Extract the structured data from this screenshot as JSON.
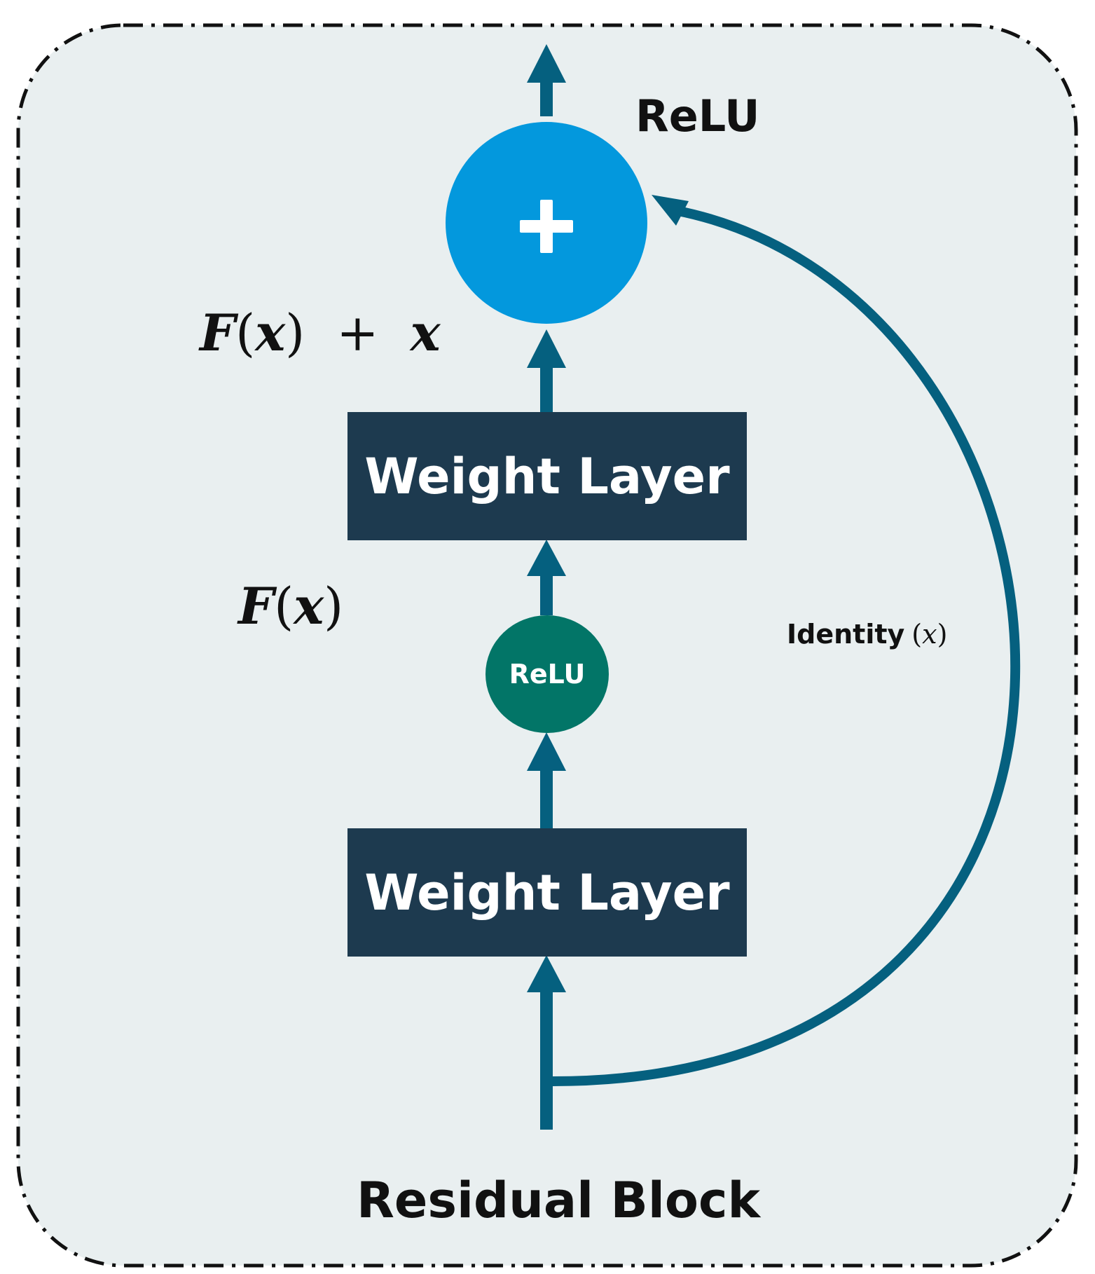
{
  "diagram": {
    "title": "Residual Block",
    "colors": {
      "background": "#e9eff0",
      "border": "#111111",
      "arrow": "#05607f",
      "weight_layer_fill": "#1d3a4f",
      "weight_layer_text": "#ffffff",
      "relu_node_fill": "#027567",
      "sum_node_fill": "#0398dd",
      "label_text": "#111111"
    },
    "nodes": {
      "weight_layer_top": {
        "label": "Weight Layer"
      },
      "weight_layer_bottom": {
        "label": "Weight Layer"
      },
      "relu_middle": {
        "label": "ReLU"
      },
      "sum_node": {
        "symbol": "+"
      }
    },
    "labels": {
      "output_relu": "ReLU",
      "sum_expression": {
        "f": "F",
        "open": "(",
        "x": "x",
        "close": ")",
        "plus": "+",
        "x2": "x"
      },
      "residual_function": {
        "f": "F",
        "open": "(",
        "x": "x",
        "close": ")"
      },
      "identity": {
        "text": "Identity",
        "open": "(",
        "x": "x",
        "close": ")"
      }
    },
    "icons": {
      "sum": "plus-icon",
      "flow": "arrow-up-icon"
    }
  }
}
